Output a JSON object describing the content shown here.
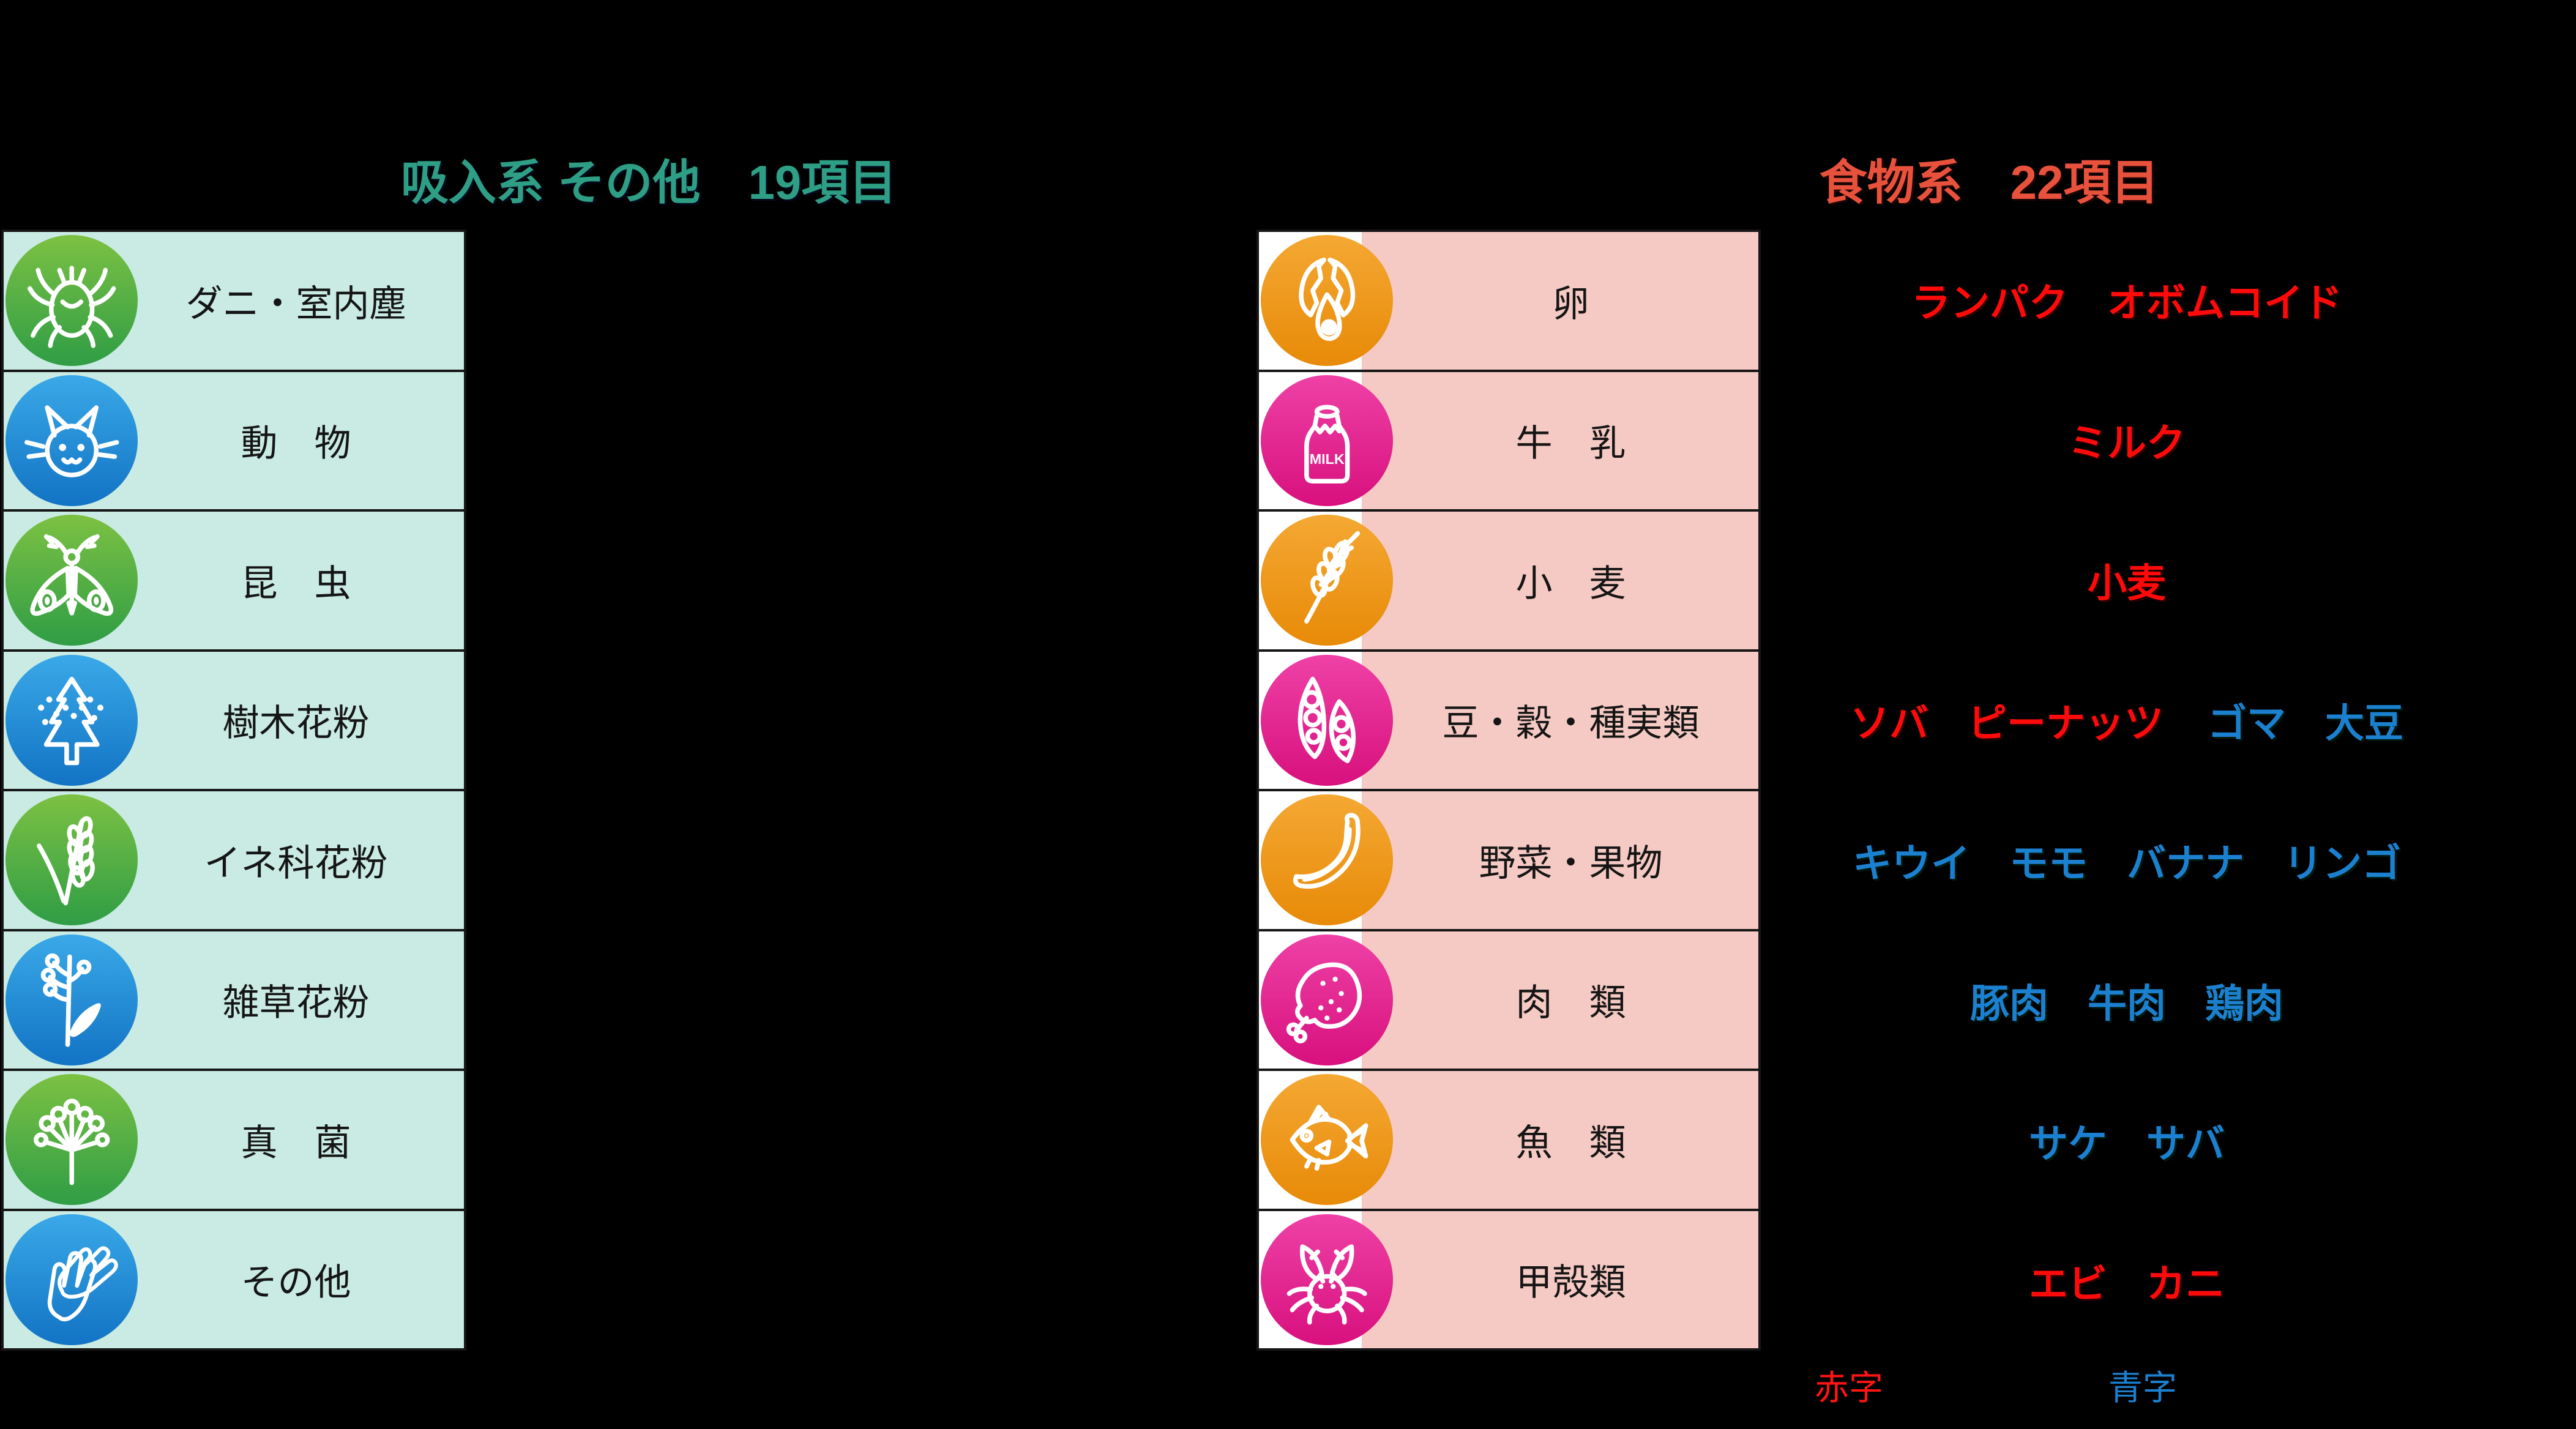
{
  "title_left": "吸入系 その他　19項目",
  "title_right": "食物系　22項目",
  "left_table": {
    "rows": [
      {
        "label": "ダニ・室内塵",
        "icon": "mite-icon"
      },
      {
        "label": "動　物",
        "icon": "cat-icon"
      },
      {
        "label": "昆　虫",
        "icon": "moth-icon"
      },
      {
        "label": "樹木花粉",
        "icon": "tree-pollen-icon"
      },
      {
        "label": "イネ科花粉",
        "icon": "grass-pollen-icon"
      },
      {
        "label": "雑草花粉",
        "icon": "weed-pollen-icon"
      },
      {
        "label": "真　菌",
        "icon": "fungus-icon"
      },
      {
        "label": "その他",
        "icon": "gloves-icon"
      }
    ]
  },
  "right_table": {
    "rows": [
      {
        "label": "卵",
        "icon": "egg-icon",
        "allergens_red": "ランパク　オボムコイド"
      },
      {
        "label": "牛　乳",
        "icon": "milk-bottle-icon",
        "allergens_red": "ミルク"
      },
      {
        "label": "小　麦",
        "icon": "wheat-icon",
        "allergens_red": "小麦"
      },
      {
        "label": "豆・穀・種実類",
        "icon": "soybean-icon",
        "allergens_red": "ソバ　ピーナッツ",
        "allergens_blue": "ゴマ　大豆"
      },
      {
        "label": "野菜・果物",
        "icon": "banana-icon",
        "allergens_blue": "キウイ　モモ　バナナ　リンゴ"
      },
      {
        "label": "肉　類",
        "icon": "meat-icon",
        "allergens_blue": "豚肉　牛肉　鶏肉"
      },
      {
        "label": "魚　類",
        "icon": "fish-icon",
        "allergens_blue": "サケ　サバ"
      },
      {
        "label": "甲殻類",
        "icon": "crab-icon",
        "allergens_red": "エビ　カニ"
      }
    ]
  },
  "legend": {
    "red": "赤字",
    "blue": "青字"
  },
  "colors": {
    "header_left": "#2E9E84",
    "header_right": "#E8523C",
    "left_cell_bg": "#C9EBE3",
    "right_cell_bg": "#F6CAC4",
    "right_icon_strip_bg": "#FFFFFF",
    "red_text": "#FF0A0A",
    "blue_text": "#1B80CF",
    "icon_green": "#2F9D45",
    "icon_blue": "#1273C4",
    "icon_orange": "#E88A08",
    "icon_pink": "#D8107E",
    "background": "#000000"
  }
}
